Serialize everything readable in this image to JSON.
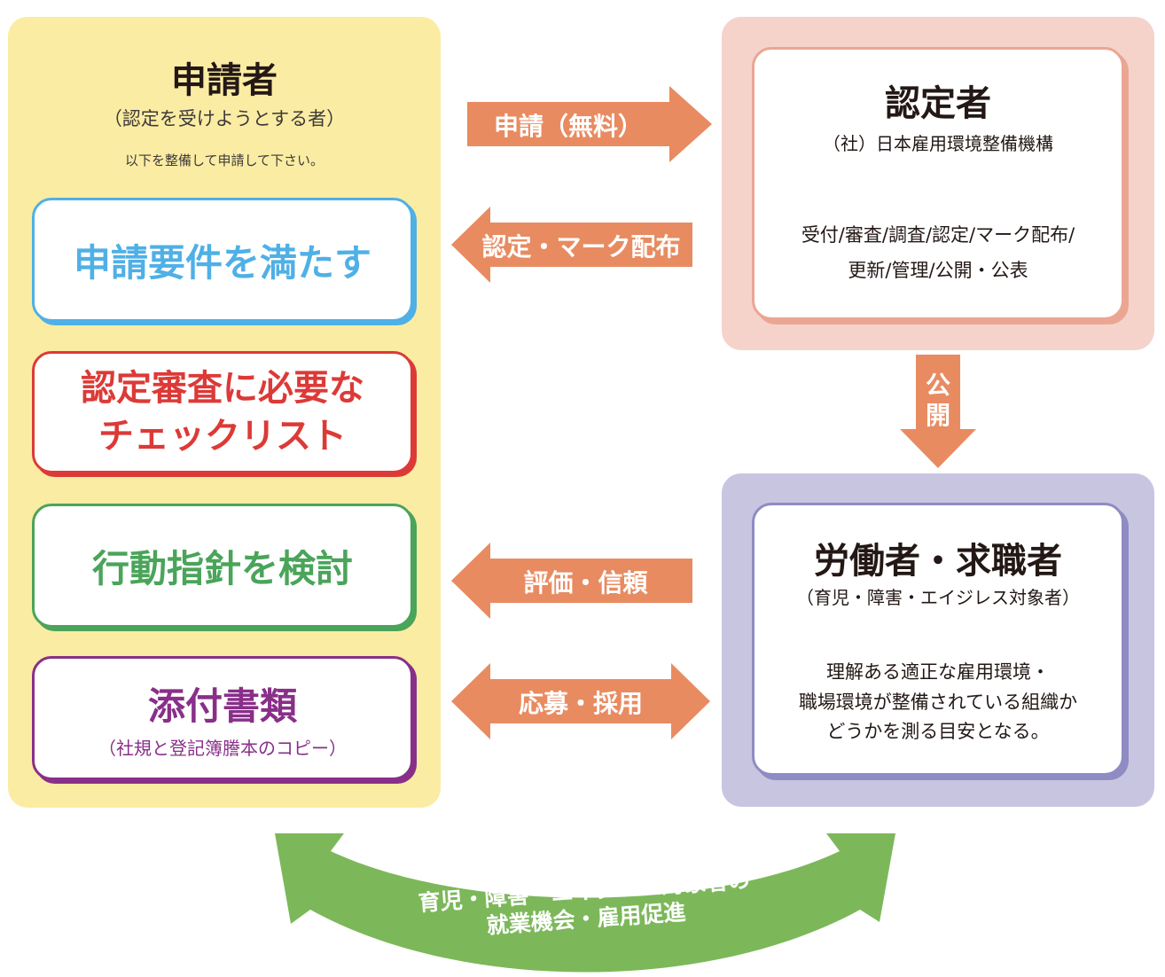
{
  "colors": {
    "applicant_bg": "#fbeca3",
    "certifier_bg": "#f5d3cb",
    "certifier_border": "#eaa693",
    "worker_bg": "#c8c5e1",
    "worker_border": "#8f8bc3",
    "arrow_orange": "#e88b61",
    "arrow_green": "#7cb85a",
    "req_blue": "#4fb0e6",
    "req_red": "#dc3a37",
    "req_green": "#4aa45a",
    "req_purple": "#892f89"
  },
  "applicant": {
    "title": "申請者",
    "subtitle": "（認定を受けようとする者）",
    "note": "以下を整備して申請して下さい。",
    "requirements": [
      {
        "label": "申請要件を満たす"
      },
      {
        "line1": "認定審査に必要な",
        "line2": "チェックリスト"
      },
      {
        "label": "行動指針を検討"
      },
      {
        "label": "添付書類",
        "sub": "（社規と登記簿謄本のコピー）"
      }
    ]
  },
  "certifier": {
    "title": "認定者",
    "subtitle": "（社）日本雇用環境整備機構",
    "duties_line1": "受付/審査/調査/認定/マーク配布/",
    "duties_line2": "更新/管理/公開・公表"
  },
  "worker": {
    "title": "労働者・求職者",
    "subtitle": "（育児・障害・エイジレス対象者）",
    "desc_line1": "理解ある適正な雇用環境・",
    "desc_line2": "職場環境が整備されている組織か",
    "desc_line3": "どうかを測る目安となる。"
  },
  "arrows": {
    "apply": "申請（無料）",
    "certify": "認定・マーク配布",
    "publish": [
      "公",
      "開"
    ],
    "evaluate": "評価・信頼",
    "recruit": "応募・採用",
    "promote_line1": "育児・障害・エイジレス対象者の",
    "promote_line2": "就業機会・雇用促進"
  }
}
